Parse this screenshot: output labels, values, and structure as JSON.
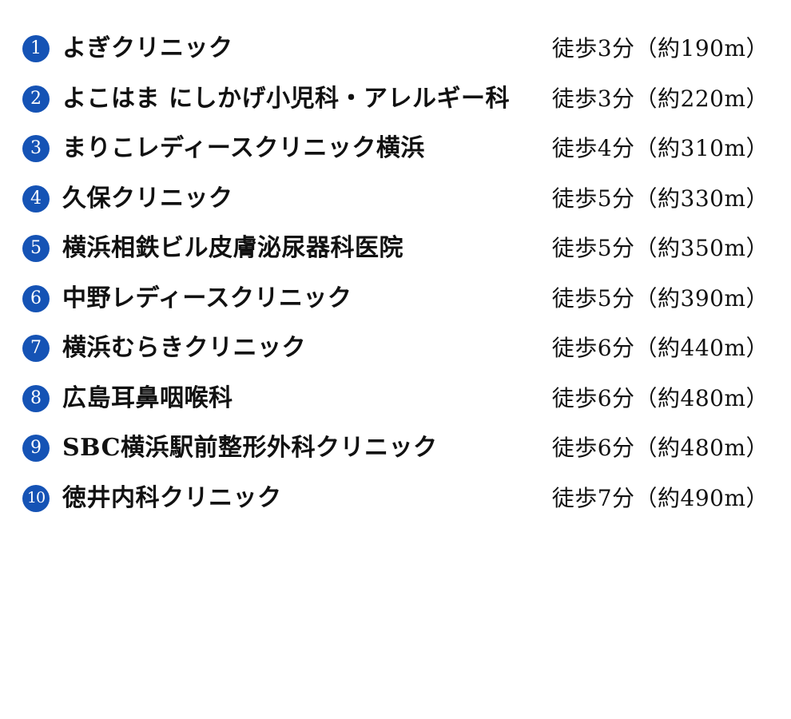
{
  "clinics": [
    {
      "number": "1",
      "name": "よぎクリニック",
      "walk": "徒歩3分（約190m）"
    },
    {
      "number": "2",
      "name": "よこはま にしかげ小児科・アレルギー科",
      "walk": "徒歩3分（約220m）"
    },
    {
      "number": "3",
      "name": "まりこレディースクリニック横浜",
      "walk": "徒歩4分（約310m）"
    },
    {
      "number": "4",
      "name": "久保クリニック",
      "walk": "徒歩5分（約330m）"
    },
    {
      "number": "5",
      "name": "横浜相鉄ビル皮膚泌尿器科医院",
      "walk": "徒歩5分（約350m）"
    },
    {
      "number": "6",
      "name": "中野レディースクリニック",
      "walk": "徒歩5分（約390m）"
    },
    {
      "number": "7",
      "name": "横浜むらきクリニック",
      "walk": "徒歩6分（約440m）"
    },
    {
      "number": "8",
      "name": "広島耳鼻咽喉科",
      "walk": "徒歩6分（約480m）"
    },
    {
      "number": "9",
      "name": "SBC横浜駅前整形外科クリニック",
      "walk": "徒歩6分（約480m）"
    },
    {
      "number": "10",
      "name": "徳井内科クリニック",
      "walk": "徒歩7分（約490m）"
    }
  ],
  "colors": {
    "badge": "#1553b5",
    "text": "#111111",
    "background": "#ffffff"
  }
}
